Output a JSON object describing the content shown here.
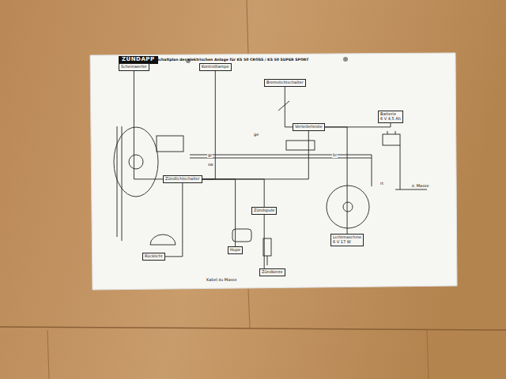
{
  "diagram": {
    "title": "Schaltplan der elektrischen Anlage für KS 50 CROSS / KS 50 SUPER SPORT",
    "nodes": [
      {
        "text": [
          "Scheinwerfer"
        ]
      },
      {
        "text": [
          "Kontrolllampe"
        ]
      },
      {
        "text": [
          "Bremslichtschalter"
        ]
      },
      {
        "text": [
          "Batterie",
          "6 V 4,5 Ah"
        ]
      },
      {
        "text": [
          "Lichtmaschine",
          "6 V 17 W"
        ]
      },
      {
        "text": [
          "Zündspule"
        ]
      },
      {
        "text": [
          "Zündkerze"
        ]
      },
      {
        "text": [
          "Rücklicht"
        ]
      },
      {
        "text": [
          "Zündlichtschalter"
        ]
      },
      {
        "text": [
          "Verteilerleiste"
        ]
      },
      {
        "text": [
          "Hupe"
        ]
      }
    ],
    "edges": [
      {
        "from": 0,
        "to": 8,
        "arrow": "none"
      },
      {
        "from": 1,
        "to": 8,
        "arrow": "none"
      },
      {
        "from": 8,
        "to": 9,
        "arrow": "none"
      },
      {
        "from": 2,
        "to": 9,
        "arrow": "none"
      },
      {
        "from": 9,
        "to": 3,
        "arrow": "none"
      },
      {
        "from": 9,
        "to": 4,
        "arrow": "none"
      },
      {
        "from": 8,
        "to": 5,
        "arrow": "none"
      },
      {
        "from": 5,
        "to": 6,
        "arrow": "none"
      },
      {
        "from": 8,
        "to": 7,
        "arrow": "none"
      },
      {
        "from": 8,
        "to": 10,
        "arrow": "none"
      }
    ],
    "labels": [
      "ZÜNDAPP",
      "gr",
      "sw",
      "br",
      "ge",
      "rt",
      "z. Masse",
      "Kabel zu Masse"
    ]
  }
}
